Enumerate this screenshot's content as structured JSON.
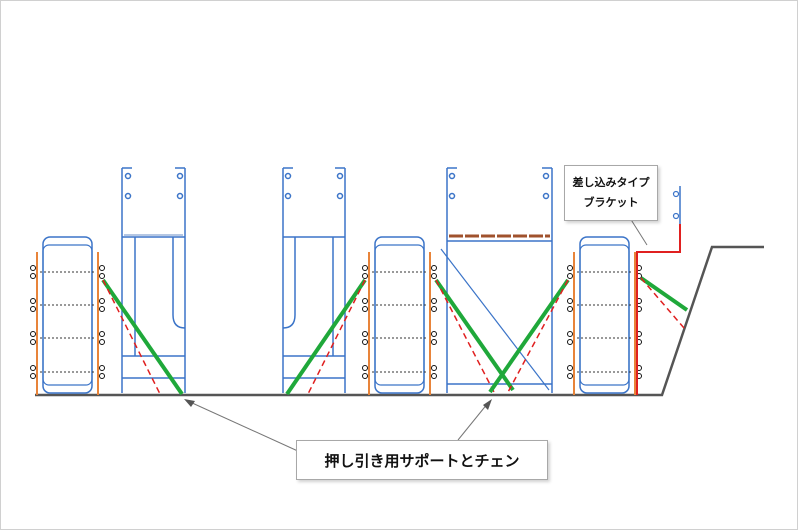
{
  "labels": {
    "bracket": [
      "差し込みタイプ",
      "ブラケット"
    ],
    "support_chain": "押し引き用サポートとチェン"
  },
  "colors": {
    "frame_blue": "#3b74c8",
    "form_orange": "#e8843a",
    "support_green": "#1fa83a",
    "chain_red": "#e02020",
    "bracket_red": "#e02020",
    "plank_brown": "#a0522d",
    "ground_gray": "#555555",
    "leader_gray": "#777777"
  }
}
